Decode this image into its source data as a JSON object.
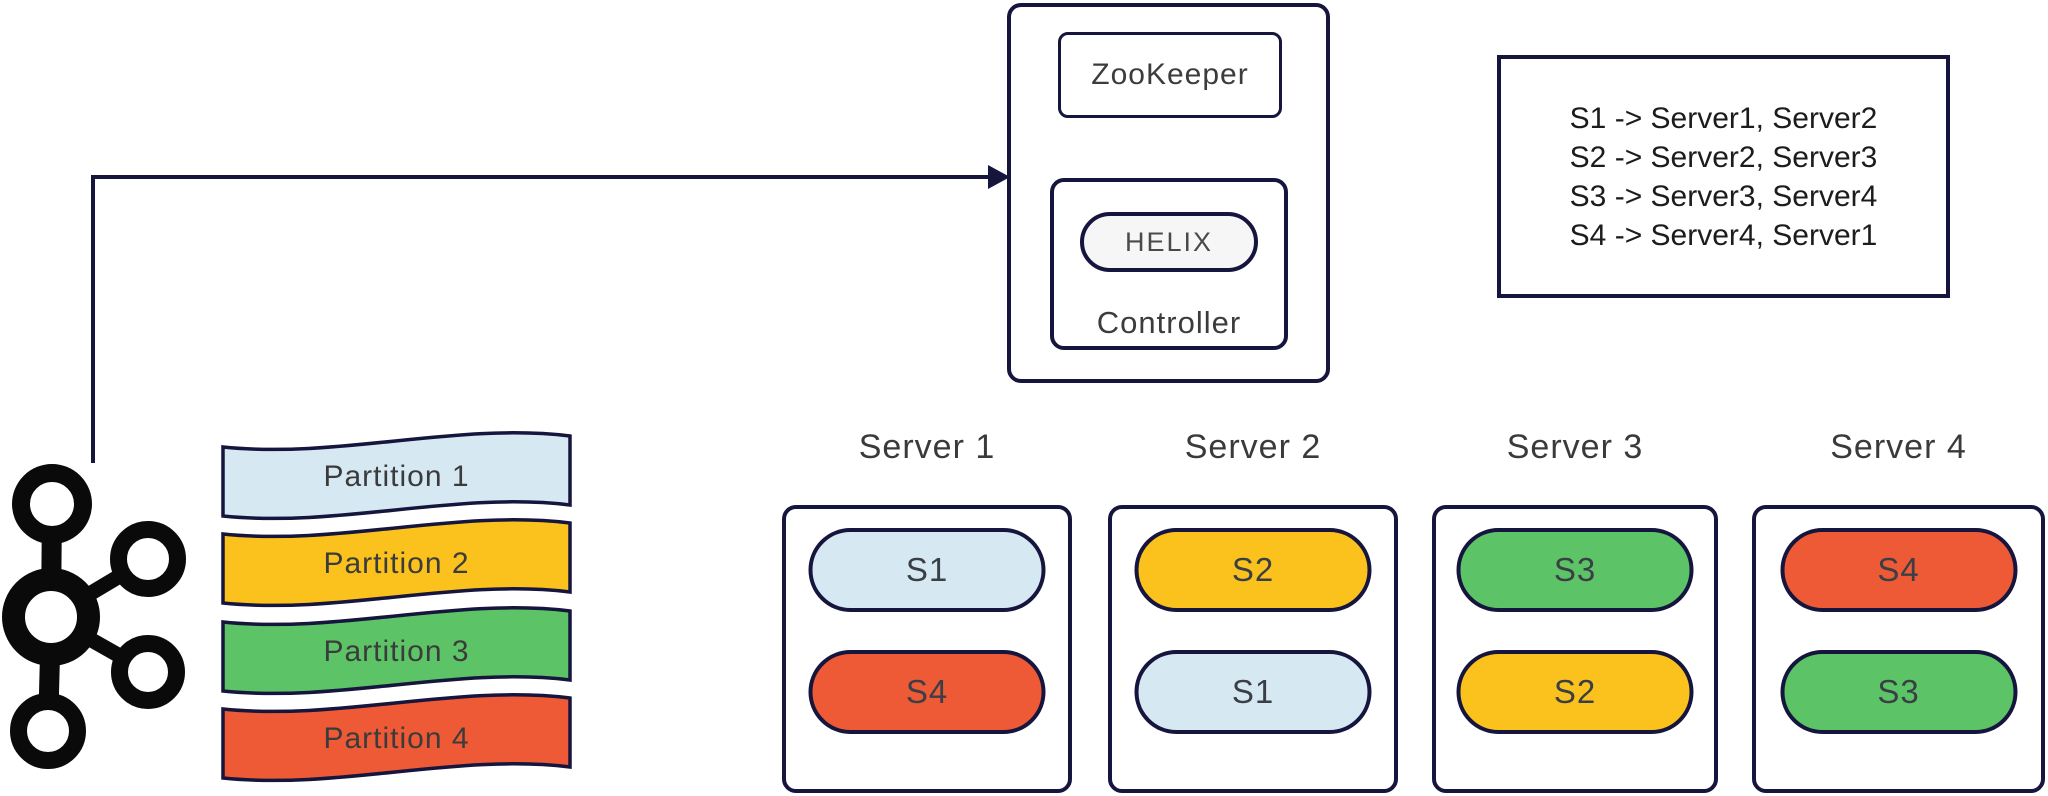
{
  "colors": {
    "navy": "#15153D",
    "text": "#3C3C3C",
    "legend_text": "#1C1C1C",
    "logo_black": "#0A0A0A",
    "s1_fill": "#D6E9F3",
    "s2_fill": "#FBC21D",
    "s3_fill": "#5CC466",
    "s4_fill": "#EE5A35",
    "helix_fill": "#F6F6F6",
    "background": "#FFFFFF"
  },
  "partitions": [
    {
      "label": "Partition 1",
      "color": "#D6E9F3"
    },
    {
      "label": "Partition 2",
      "color": "#FBC21D"
    },
    {
      "label": "Partition 3",
      "color": "#5CC466"
    },
    {
      "label": "Partition 4",
      "color": "#EE5A35"
    }
  ],
  "zookeeper_cluster": {
    "zookeeper_label": "ZooKeeper",
    "helix_label": "HELIX",
    "controller_label": "Controller"
  },
  "legend": {
    "lines": [
      "S1 -> Server1, Server2",
      "S2 -> Server2, Server3",
      "S3 -> Server3, Server4",
      "S4 -> Server4, Server1"
    ]
  },
  "servers": [
    {
      "title": "Server 1",
      "slots": [
        {
          "label": "S1",
          "color": "#D6E9F3"
        },
        {
          "label": "S4",
          "color": "#EE5A35"
        }
      ]
    },
    {
      "title": "Server 2",
      "slots": [
        {
          "label": "S2",
          "color": "#FBC21D"
        },
        {
          "label": "S1",
          "color": "#D6E9F3"
        }
      ]
    },
    {
      "title": "Server 3",
      "slots": [
        {
          "label": "S3",
          "color": "#5CC466"
        },
        {
          "label": "S2",
          "color": "#FBC21D"
        }
      ]
    },
    {
      "title": "Server 4",
      "slots": [
        {
          "label": "S4",
          "color": "#EE5A35"
        },
        {
          "label": "S3",
          "color": "#5CC466"
        }
      ]
    }
  ]
}
